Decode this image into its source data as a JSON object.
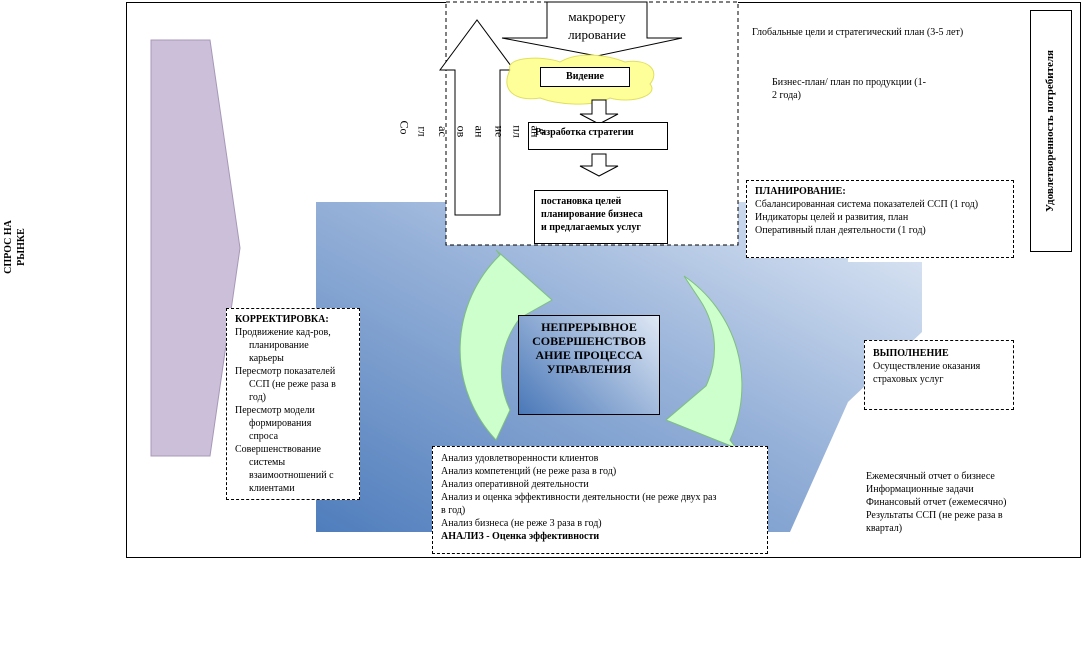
{
  "side_label": {
    "line1": "СПРОС НА",
    "line2": "РЫНКЕ"
  },
  "right_label": "Удовлетворенность потребителя",
  "macro": {
    "line1": "макрорегу",
    "line2": "лирование"
  },
  "vision": "Видение",
  "strategy": "Разработка стратегии",
  "goals": {
    "line1": "постановка целей",
    "line2": "планирование бизнеса",
    "line3": "и предлагаемых услуг"
  },
  "coordination_letters": [
    "Со",
    "гл",
    "ас",
    "ов",
    "ан",
    "ие",
    "пл",
    "ан",
    "а"
  ],
  "global_goals": "Глобальные цели и стратегический план (3-5 лет)",
  "business_plan": {
    "line1": "Бизнес-план/ план по продукции  (1-",
    "line2": "2 года)"
  },
  "planning": {
    "title": "ПЛАНИРОВАНИЕ:",
    "items": [
      "Сбалансированная система показателей ССП (1 год)",
      "Индикаторы целей и развития, план",
      "Оперативный план деятельности (1 год)"
    ]
  },
  "center": {
    "line1": "НЕПРЕРЫВНОЕ",
    "line2": "СОВЕРШЕНСТВОВ",
    "line3": "АНИЕ ПРОЦЕССА",
    "line4": "УПРАВЛЕНИЯ"
  },
  "correction": {
    "title": "КОРРЕКТИРОВКА:",
    "lines": [
      "Продвижение кад-ров,",
      "планирование",
      "карьеры",
      "Пересмотр показателей",
      "ССП (не реже раза в",
      "год)",
      "Пересмотр модели",
      "формирования",
      "спроса",
      "Совершенствование",
      "системы",
      "взаимоотношений с",
      "клиентами"
    ]
  },
  "execution": {
    "title": "ВЫПОЛНЕНИЕ",
    "line1": "Осуществление оказания",
    "line2": "страховых услуг"
  },
  "analysis": {
    "lines": [
      "Анализ удовлетворенности клиентов",
      "Анализ компетенций (не реже раза в год)",
      "Анализ оперативной деятельности",
      "Анализ и оценка эффективности деятельности (не реже двух раз",
      "в год)",
      "Анализ бизнеса (не реже 3 раза в год)"
    ],
    "title": "АНАЛИЗ - Оценка эффективности"
  },
  "reports": [
    "Ежемесячный отчет о бизнесе",
    "Информационные задачи",
    "Финансовый отчет (ежемесячно)",
    "Результаты ССП (не реже раза в",
    "квартал)"
  ],
  "colors": {
    "chevron": "#ccbfd9",
    "panel_dark": "#5a86c0",
    "panel_light": "#dde6f4",
    "cycle_arrow": "#ccffcc",
    "vision_cloud": "#ffff99"
  }
}
